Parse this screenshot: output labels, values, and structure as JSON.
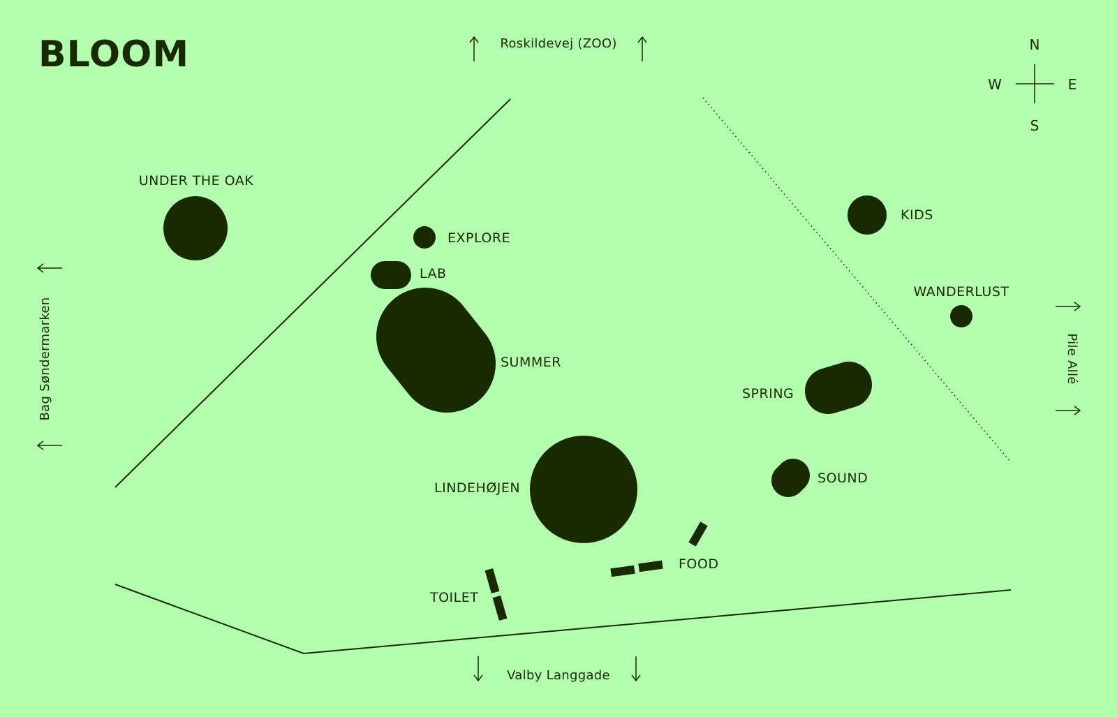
{
  "map": {
    "title": "BLOOM",
    "roads": {
      "north": "Roskildevej (ZOO)",
      "south": "Valby Langgade",
      "west": "Bag Søndermarken",
      "east": "Pile Allé"
    },
    "compass": {
      "north": "N",
      "south": "S",
      "east": "E",
      "west": "W"
    },
    "areas": {
      "under_the_oak": "UNDER THE OAK",
      "explore": "EXPLORE",
      "lab": "LAB",
      "summer": "SUMMER",
      "lindehojen": "LINDEHØJEN",
      "toilet": "TOILET",
      "food": "FOOD",
      "sound": "SOUND",
      "spring": "SPRING",
      "kids": "KIDS",
      "wanderlust": "WANDERLUST"
    },
    "colors": {
      "background": "#b3fdae",
      "ink": "#1a2a00"
    }
  }
}
